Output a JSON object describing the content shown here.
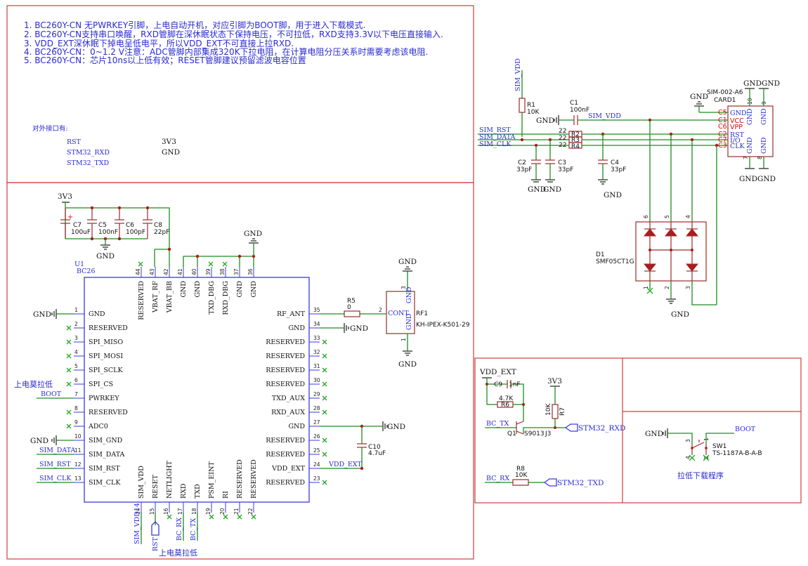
{
  "notes": [
    "1. BC260Y-CN 无PWRKEY引脚，上电自动开机，对应引脚为BOOT脚，用于进入下载模式.",
    "2. BC260Y-CN支持串口唤醒，RXD管脚在深休眠状态下保持电压，不可拉低，RXD支持3.3V以下电压直接输入.",
    "3. VDD_EXT深休眠下掉电呈低电平，所以VDD_EXT不可直接上拉RXD.",
    "4. BC260Y-CN：0~1.2 V注意：ADC管脚内部集成320K下拉电阻，在计算电阻分压关系时需要考虑该电阻.",
    "5. BC260Y-CN：芯片10ns以上低有效；RESET管脚建议预留滤波电容位置"
  ],
  "external_interface": {
    "title": "对外接口有:",
    "items": [
      "RST",
      "STM32_RXD",
      "STM32_TXD",
      "3V3",
      "GND"
    ]
  },
  "module": {
    "ref": "U1",
    "value": "BC26",
    "left_pins": [
      {
        "num": "1",
        "name": "GND"
      },
      {
        "num": "2",
        "name": "RESERVED"
      },
      {
        "num": "3",
        "name": "SPI_MISO"
      },
      {
        "num": "4",
        "name": "SPI_MOSI"
      },
      {
        "num": "5",
        "name": "SPI_SCLK"
      },
      {
        "num": "6",
        "name": "SPI_CS"
      },
      {
        "num": "7",
        "name": "PWRKEY"
      },
      {
        "num": "8",
        "name": "RESERVED"
      },
      {
        "num": "9",
        "name": "ADC0"
      },
      {
        "num": "10",
        "name": "SIM_GND"
      },
      {
        "num": "11",
        "name": "SIM_DATA"
      },
      {
        "num": "12",
        "name": "SIM_RST"
      },
      {
        "num": "13",
        "name": "SIM_CLK"
      }
    ],
    "right_pins": [
      {
        "num": "35",
        "name": "RF_ANT"
      },
      {
        "num": "34",
        "name": "GND"
      },
      {
        "num": "33",
        "name": "RESERVED"
      },
      {
        "num": "32",
        "name": "RESERVED"
      },
      {
        "num": "31",
        "name": "RESERVED"
      },
      {
        "num": "30",
        "name": "RESERVED"
      },
      {
        "num": "29",
        "name": "TXD_AUX"
      },
      {
        "num": "28",
        "name": "RXD_AUX"
      },
      {
        "num": "27",
        "name": "GND"
      },
      {
        "num": "26",
        "name": "RESERVED"
      },
      {
        "num": "25",
        "name": "RESERVED"
      },
      {
        "num": "24",
        "name": "VDD_EXT"
      },
      {
        "num": "23",
        "name": "RESERVED"
      }
    ],
    "top_pins": [
      {
        "num": "44",
        "name": "RESERVED"
      },
      {
        "num": "43",
        "name": "VBAT_RF"
      },
      {
        "num": "42",
        "name": "VBAT_BB"
      },
      {
        "num": "41",
        "name": "GND"
      },
      {
        "num": "40",
        "name": "GND"
      },
      {
        "num": "39",
        "name": "TXD_DBG"
      },
      {
        "num": "38",
        "name": "RXD_DBG"
      },
      {
        "num": "37",
        "name": "GND"
      },
      {
        "num": "36",
        "name": "GND"
      }
    ],
    "bottom_pins": [
      {
        "num": "14",
        "name": "SIM_VDD"
      },
      {
        "num": "15",
        "name": "RESET"
      },
      {
        "num": "16",
        "name": "NETLIGHT"
      },
      {
        "num": "17",
        "name": "RXD"
      },
      {
        "num": "18",
        "name": "TXD"
      },
      {
        "num": "19",
        "name": "PSM_EINT"
      },
      {
        "num": "20",
        "name": "RI"
      },
      {
        "num": "21",
        "name": "RESERVED"
      },
      {
        "num": "22",
        "name": "RESERVED"
      }
    ]
  },
  "power_caps": {
    "net": "3V3",
    "gnd": "GND",
    "caps": [
      {
        "ref": "C7",
        "value": "100uF"
      },
      {
        "ref": "C5",
        "value": "100nF"
      },
      {
        "ref": "C6",
        "value": "100pF"
      },
      {
        "ref": "C8",
        "value": "22pF"
      }
    ]
  },
  "labels": {
    "gnd": "GND",
    "boot": "BOOT",
    "pull_low_1": "上电莫拉低",
    "pull_low_2": "上电莫拉低",
    "sim_data": "SIM_DATA",
    "sim_rst": "SIM_RST",
    "sim_clk": "SIM_CLK",
    "sim_vdd": "SIM_VDD",
    "vdd_ext": "VDD_EXT",
    "rst": "RST",
    "bc_rx": "BC_RX",
    "bc_tx": "BC_TX",
    "sim_vdd14": "SIM_VDD14",
    "r5_ref": "R5",
    "r5_val": "0",
    "c10_ref": "C10",
    "c10_val": "4.7uF"
  },
  "rf": {
    "ref": "RF1",
    "value": "KH-IPEX-K501-29",
    "pin_cont": "CONT",
    "pin2": "2",
    "pin3": "3",
    "pin1": "1",
    "gnd": "GND"
  },
  "sim_card": {
    "part": "SIM-002-A6",
    "ref": "CARD1",
    "pins": [
      {
        "num": "C5",
        "name": "GND"
      },
      {
        "num": "C1",
        "name": "VCC"
      },
      {
        "num": "C6",
        "name": "VPP"
      },
      {
        "num": "C2",
        "name": "RST"
      },
      {
        "num": "C7",
        "name": "I/O"
      },
      {
        "num": "C3",
        "name": "CLK"
      }
    ],
    "gnd_pins": [
      "10",
      "9",
      "7",
      "8"
    ],
    "r1_ref": "R1",
    "r1_val": "10K",
    "c1_ref": "C1",
    "c1_val": "100nF",
    "c2_ref": "C2",
    "c2_val": "33pF",
    "c3_ref": "C3",
    "c3_val": "33pF",
    "c4_ref": "C4",
    "c4_val": "33pF",
    "r2": "R2",
    "r3": "R3",
    "r4": "R4",
    "res_val": "22",
    "gnd_c2c3": "GND",
    "gnd_c2c3b": "GND",
    "gnd_card_top": "GNDGND",
    "gnd_card_bot": "GNDGND",
    "gnd_c4": "GND"
  },
  "tvs": {
    "ref": "D1",
    "value": "SMF05CT1G",
    "pins": [
      "6",
      "5",
      "4",
      "1",
      "2",
      "3"
    ],
    "gnd": "GND"
  },
  "uart_circuit": {
    "vdd_ext": "VDD_EXT",
    "v3v3": "3V3",
    "c9": "C9",
    "c9_val": "1nF",
    "r6_val": "4.7K",
    "r6": "R6",
    "r7_val": "10K",
    "r7": "R7",
    "q1": "Q1",
    "q1_part": "S9013",
    "j3": "J3",
    "bc_tx": "BC_TX",
    "stm32_rxd": "STM32_RXD",
    "bc_rx": "BC_RX",
    "r8": "R8",
    "r8_val": "10K",
    "stm32_txd": "STM32_TXD"
  },
  "switch": {
    "gnd": "GND",
    "boot": "BOOT",
    "ref": "SW1",
    "part": "TS-1187A-B-A-B",
    "pins": [
      "3",
      "1",
      "4",
      "2"
    ],
    "caption": "拉低下载程序"
  },
  "colors": {
    "frame": "#d23c3c",
    "wire": "#1e8c1e",
    "body": "#3a3ae0",
    "part": "#9b2c2c",
    "label": "#2a2ad0"
  }
}
